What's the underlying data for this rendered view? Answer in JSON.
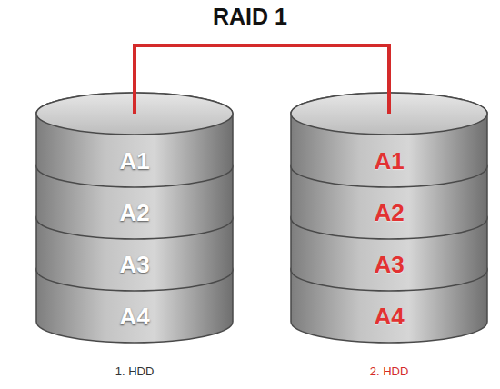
{
  "diagram": {
    "title": "RAID 1",
    "nodes": [
      {
        "text": [
          "1. HDD"
        ]
      },
      {
        "text": [
          "A1"
        ],
        "in": 0
      },
      {
        "text": [
          "A2"
        ],
        "in": 0
      },
      {
        "text": [
          "A3"
        ],
        "in": 0
      },
      {
        "text": [
          "A4"
        ],
        "in": 0
      },
      {
        "text": [
          "2. HDD"
        ]
      },
      {
        "text": [
          "A1"
        ],
        "in": 5
      },
      {
        "text": [
          "A2"
        ],
        "in": 5
      },
      {
        "text": [
          "A3"
        ],
        "in": 5
      },
      {
        "text": [
          "A4"
        ],
        "in": 5
      }
    ],
    "edges": [
      {
        "from": 0,
        "to": 5,
        "arrow": "none"
      }
    ]
  }
}
